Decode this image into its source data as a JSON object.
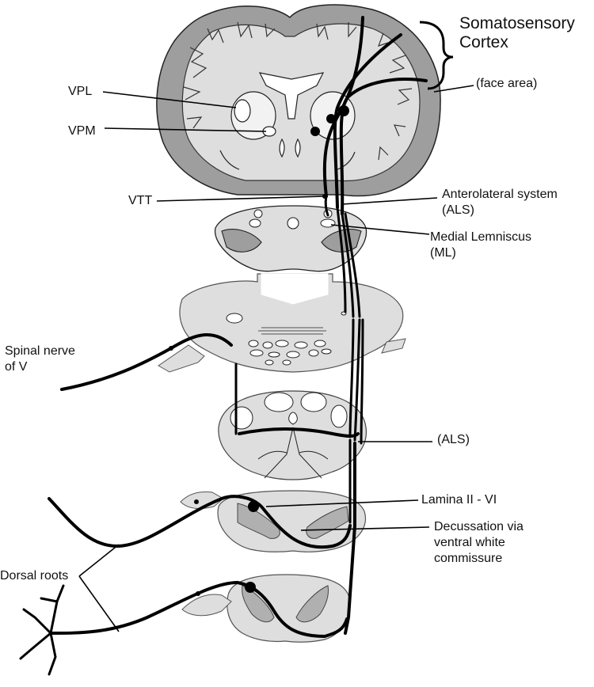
{
  "labels": {
    "somatosensory": "Somatosensory\nCortex",
    "face_area": "(face area)",
    "vpl": "VPL",
    "vpm": "VPM",
    "vtt": "VTT",
    "als_top": "Anterolateral system\n(ALS)",
    "ml": "Medial Lemniscus\n(ML)",
    "spinal_nerve_v": "Spinal nerve\nof V",
    "als_cord": "(ALS)",
    "lamina": "Lamina II - VI",
    "decussation": "Decussation via\nventral white\ncommissure",
    "dorsal_roots": "Dorsal roots"
  },
  "colors": {
    "grey_matter": "#9e9e9e",
    "light_tissue": "#dcdcdc",
    "white_matter": "#e6e6e6",
    "tract": "#000000"
  }
}
